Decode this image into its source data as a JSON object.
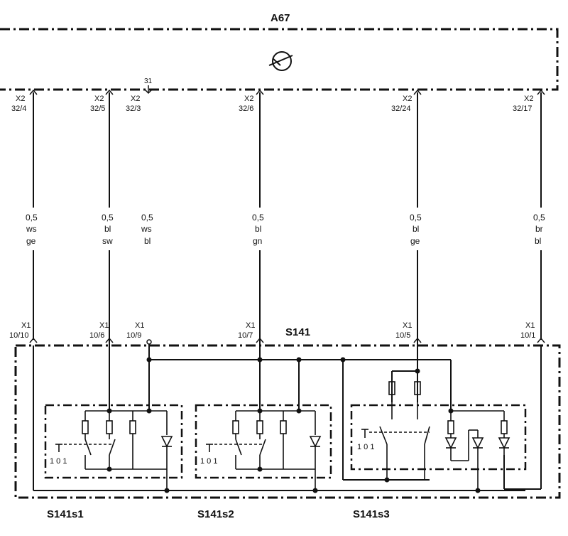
{
  "module_a67": {
    "name": "A67",
    "icon": "gauge-icon"
  },
  "module_s141": {
    "name": "S141"
  },
  "ground": "31",
  "x2_connectors": [
    {
      "top": "X2",
      "pin": "32/4"
    },
    {
      "top": "X2",
      "pin": "32/5"
    },
    {
      "top": "X2",
      "pin": "32/3"
    },
    {
      "top": "X2",
      "pin": "32/6"
    },
    {
      "top": "X2",
      "pin": "32/24"
    },
    {
      "top": "X2",
      "pin": "32/17"
    }
  ],
  "wires": [
    {
      "size": "0,5",
      "c1": "ws",
      "c2": "ge"
    },
    {
      "size": "0,5",
      "c1": "bl",
      "c2": "sw"
    },
    {
      "size": "0,5",
      "c1": "ws",
      "c2": "bl"
    },
    {
      "size": "0,5",
      "c1": "bl",
      "c2": "gn"
    },
    {
      "size": "0,5",
      "c1": "bl",
      "c2": "ge"
    },
    {
      "size": "0,5",
      "c1": "br",
      "c2": "bl"
    }
  ],
  "x1_connectors": [
    {
      "top": "X1",
      "pin": "10/10"
    },
    {
      "top": "X1",
      "pin": "10/6"
    },
    {
      "top": "X1",
      "pin": "10/9"
    },
    {
      "top": "X1",
      "pin": "10/7"
    },
    {
      "top": "X1",
      "pin": "10/5"
    },
    {
      "top": "X1",
      "pin": "10/1"
    }
  ],
  "switches": [
    {
      "name": "S141s1",
      "code": "1 0 1"
    },
    {
      "name": "S141s2",
      "code": "1 0 1"
    },
    {
      "name": "S141s3",
      "code": "1 0 1"
    }
  ],
  "colors": {
    "line": "#111111",
    "background": "#ffffff"
  }
}
